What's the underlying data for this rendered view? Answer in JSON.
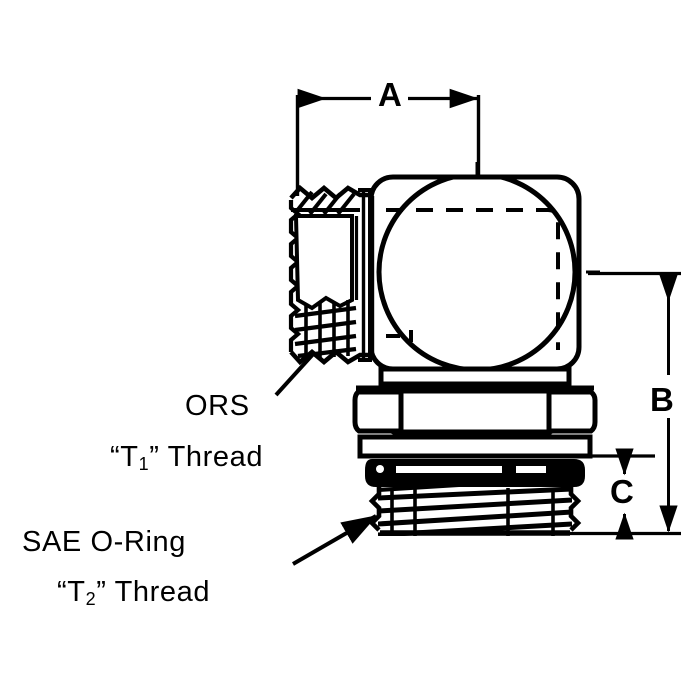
{
  "drawing": {
    "title": "90-degree hydraulic elbow fitting technical drawing",
    "line_color": "#000000",
    "background_color": "#ffffff"
  },
  "dimensions": {
    "a": {
      "label": "A",
      "orientation": "horizontal",
      "position": "top",
      "description": "Overall horizontal length from ORS thread end to elbow body outer face"
    },
    "b": {
      "label": "B",
      "orientation": "vertical",
      "position": "right-outer",
      "description": "Overall vertical height from elbow body centerline to SAE thread end"
    },
    "c": {
      "label": "C",
      "orientation": "vertical",
      "position": "right-inner",
      "description": "SAE O-Ring thread length"
    }
  },
  "callouts": {
    "ors": {
      "line1": "ORS",
      "thread_prefix": "“T",
      "thread_sub": "1",
      "thread_suffix": "” Thread",
      "target": "ORS threaded port, left side"
    },
    "sae": {
      "line1": "SAE O-Ring",
      "thread_prefix": "“T",
      "thread_sub": "2",
      "thread_suffix": "” Thread",
      "target": "SAE O-Ring boss thread, bottom"
    }
  },
  "parts": {
    "elbow_body": "elbow-body",
    "ors_port": "ors-threaded-port",
    "hex_nut": "hex-nut",
    "o_ring_groove": "o-ring-groove",
    "sae_thread": "sae-o-ring-thread",
    "internal_bore": "hidden-internal-bore"
  }
}
